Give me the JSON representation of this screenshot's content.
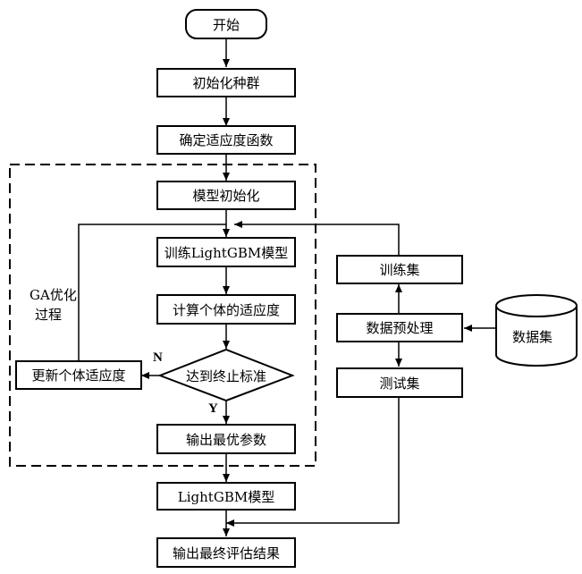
{
  "flowchart": {
    "start": "开始",
    "init_population": "初始化种群",
    "fitness_function": "确定适应度函数",
    "model_init": "模型初始化",
    "train_model": "训练LightGBM模型",
    "compute_fitness": "计算个体的适应度",
    "decision": "达到终止标准",
    "update_fitness": "更新个体适应度",
    "output_params": "输出最优参数",
    "lightgbm_model": "LightGBM模型",
    "final_output": "输出最终评估结果",
    "train_set": "训练集",
    "preprocess": "数据预处理",
    "test_set": "测试集",
    "dataset": "数据集",
    "ga_label_line1": "GA优化",
    "ga_label_line2": "过程",
    "label_n": "N",
    "label_y": "Y"
  }
}
